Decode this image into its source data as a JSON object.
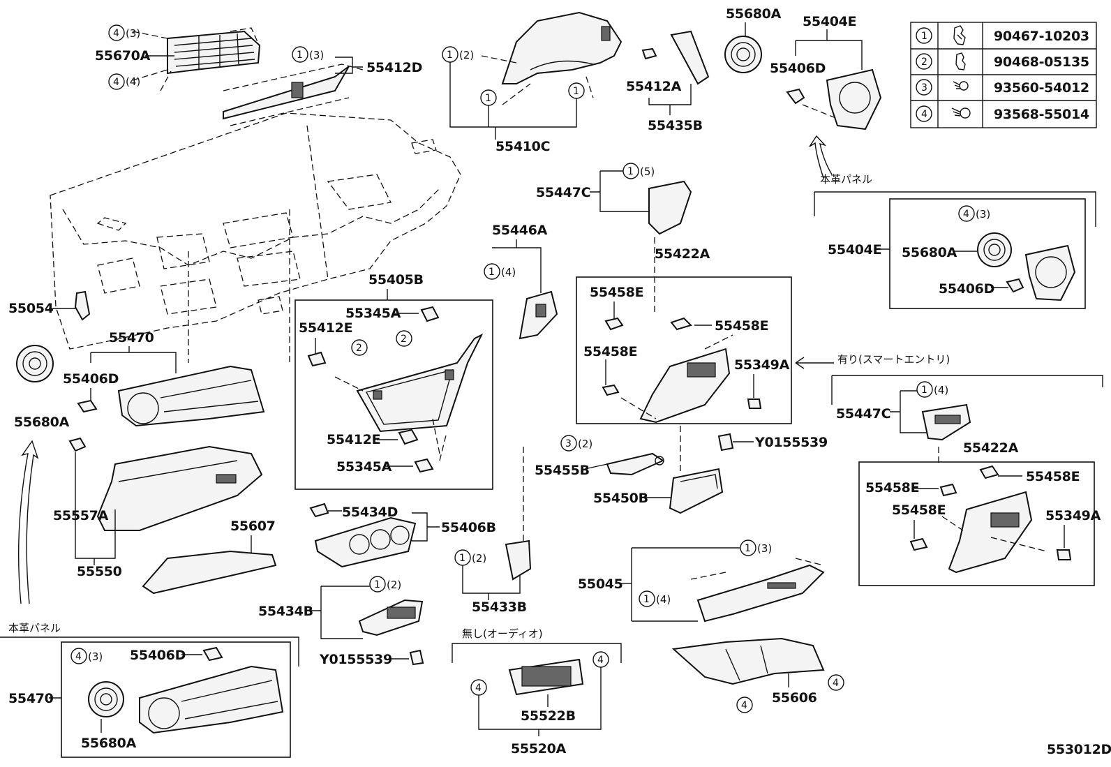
{
  "legend": [
    {
      "n": "1",
      "part": "90467-10203"
    },
    {
      "n": "2",
      "part": "90468-05135"
    },
    {
      "n": "3",
      "part": "93560-54012"
    },
    {
      "n": "4",
      "part": "93568-55014"
    }
  ],
  "captions": {
    "leather_panel": "本革パネル",
    "smart_entry": "有り(スマートエントリ)",
    "no_audio": "無し(オーディオ)",
    "diagram_id": "553012D"
  },
  "labels": {
    "p55670A": "55670A",
    "p55412D": "55412D",
    "p55410C": "55410C",
    "p55412A": "55412A",
    "p55435B": "55435B",
    "p55680A_top": "55680A",
    "p55404E_top": "55404E",
    "p55406D_top": "55406D",
    "p55447C_mid": "55447C",
    "p55446A": "55446A",
    "p55405B": "55405B",
    "p55345A_top": "55345A",
    "p55412E_top": "55412E",
    "p55412E_bot": "55412E",
    "p55345A_bot": "55345A",
    "p55422A_mid": "55422A",
    "p55458E_a": "55458E",
    "p55458E_b": "55458E",
    "p55458E_c": "55458E",
    "p55349A_mid": "55349A",
    "p55404E_right": "55404E",
    "p55680A_right": "55680A",
    "p55406D_right": "55406D",
    "p55054": "55054",
    "p55470_mid": "55470",
    "p55406D_left": "55406D",
    "p55680A_left": "55680A",
    "p55557A": "55557A",
    "p55550": "55550",
    "p55607": "55607",
    "p55434D": "55434D",
    "p55406B": "55406B",
    "p55434B": "55434B",
    "pY01_left": "Y0155539",
    "p55433B": "55433B",
    "p55455B": "55455B",
    "p55450B": "55450B",
    "pY01_mid": "Y0155539",
    "p55045": "55045",
    "p55606": "55606",
    "p55522B": "55522B",
    "p55520A": "55520A",
    "p55447C_right": "55447C",
    "p55422A_right": "55422A",
    "p55458E_d": "55458E",
    "p55458E_e": "55458E",
    "p55458E_f": "55458E",
    "p55349A_right": "55349A",
    "p55470_bot": "55470",
    "p55406D_bot": "55406D",
    "p55680A_bot": "55680A"
  },
  "qty": {
    "q4_3": "(3)",
    "q4_4": "(4)",
    "q1_3": "(3)",
    "q1_2": "(2)",
    "q1_5": "(5)",
    "q1_4": "(4)",
    "q3_2": "(2)"
  },
  "icons": [
    "clip-icon",
    "clip-small-icon",
    "screw-icon",
    "bolt-icon",
    "curved-arrow-icon"
  ]
}
